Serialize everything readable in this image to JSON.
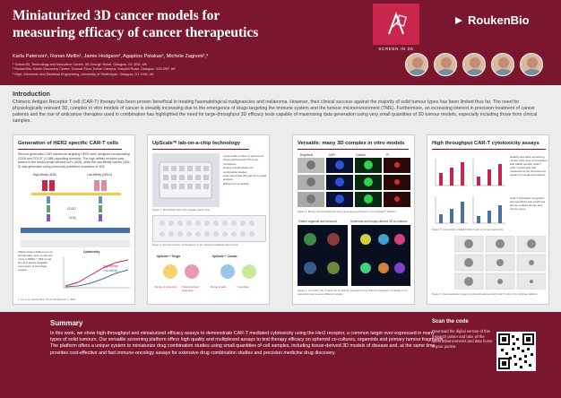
{
  "header": {
    "title": "Miniaturized 3D cancer models for measuring efficacy of cancer therapeutics",
    "authors": "Karla Paterson¹, Ronan Mellin¹, Jamie Hodgson², Agapitos Patakas², Michele Zagnoni¹,³",
    "affiliations": [
      "¹ Screen3D, Technology and Innovation Centre, 99 George Street, Glasgow, G1 1RD, UK",
      "² RoukenBio, Kelvin Discovery Centre, Ground Floor, Kelvin Campus, Maryhill Road, Glasgow, G20 0SP, UK",
      "³ Dept. Electronic and Electrical Engineering, University of Strathclyde, Glasgow, G1 1XW, UK"
    ],
    "logo_label": "SCREEN IN 3D",
    "brand_name": "RoukenBio",
    "brand_color": "#7a1630",
    "accent_color": "#c8264d"
  },
  "introduction": {
    "heading": "Introduction",
    "text": "Chimeric Antigen Receptor T-cell (CAR-T) therapy has been proven beneficial in treating haematological malignancies and melanoma. However, their clinical success against the majority of solid tumour types has been limited thus far. The need for physiologically relevant 3D, complex in vitro models of cancer is steadily increasing due to the emergence of drugs targeting the immune system and the tumour microenvironment (TME). Furthermore, an increasing interest in precision treatment of cancer patients and the rise of anticancer therapies used in combination has highlighted the need for large-throughput 3D efficacy tests capable of maximising data generation using very small quantities of 3D tumour models, especially including those from clinical samples."
  },
  "panels": {
    "her2": {
      "heading": "Generation of HER2 specific CAR-T cells",
      "text": "Second generation CAR constructs targeting HER2 were designed incorporating CD28 and CD137 (4-1BB) signalling domains. The high-affinity receptor was based on the trastuzumab-derived scFv (4D5), while the low-affinity variant (4D5-5) was generated using previously published mutations of 4D5.",
      "high_affinity": "High Affinity (4D5)",
      "low_affinity": "Low Affinity (4D5-5)",
      "cd137": "CD137",
      "cd3z": "CD3ζ",
      "side_text": "Affinity-based differences on functionality were confirmed using a HER2 ⁺ HEK-2 cell line that allows titratable expression of the target antigen.",
      "chart_title": "Cytotoxicity",
      "legend": [
        "High Affinity",
        "Low Affinity"
      ],
      "footnote": "1. Liu et al. Cancer Res, 75 (17) September 1, 2015"
    },
    "upscale": {
      "heading": "UpScale³ᴰ lab-on-a-chip technology",
      "bullets": [
        "Large-scale number of preformed biopsy-derived and iPS tumor complexes",
        "Unique miniaturization for combination studies",
        "Automated data throughput for rapid analysis",
        "Efficient for sensitivity"
      ],
      "cap1": "Figure 1. Microfluidic plate with multiple culture chip.",
      "cap2": "Figure 2. Format of array combinations on the standard multiwell plate format.",
      "labels": [
        "UpScale™ Single",
        "UpScale™ Combo"
      ],
      "sublabels": [
        "Merge of spheroids",
        "Patient-derived spheroids",
        "Merge of cells",
        "Co-culture"
      ]
    },
    "versatile": {
      "heading": "Versatile: many 3D complex in vitro models",
      "col_labels": [
        "Brightfield",
        "DAPI",
        "Calcein",
        "PI"
      ],
      "cap1": "Figure 3. Biopsy-derived spheroids were generated and placed in the UpScale³ᴰ platform.",
      "sub1": "Patient organoid and tumoroid",
      "sub2": "Spheroids and biopsy-derived 3D co-cultures",
      "cap2": "Figure 4. Co-culture 3D models can be directly passaged using different strategies, in parallel to be assembled and used as different models."
    },
    "cytotoxicity": {
      "heading": "High throughput CAR-T cytotoxicity assays",
      "side_text": "Healthy and Her2 expressing tumour cells were co-incubated with HER2 specific CAR-T cells. Cytotoxicity was measured as the fluorescence signal from dead-cell markers.",
      "side_text2": "CAR-T cell target recognition and specificity was confirmed across multiple donors and tumour types.",
      "cap1": "Figure 5. Cytotoxicity of HER2 CAR-T cells on tumour spheroids.",
      "cap2": "Figure 6. Representative image of spheroid treatment with CAR-T cells in the UpScale platform."
    }
  },
  "summary": {
    "heading": "Summary",
    "text": "In this work, we show high-throughput and miniaturized efficacy assays to demonstrate CAR-T mediated cytotoxicity using the Her2 receptor, a common target over-expressed in many types of solid tumours. Our versatile screening platform offers high quality and multiplexed assays to test therapy efficacy on spheroid co-cultures, organoids and primary tumour fragments. The platform offers a unique system to miniaturize drug combination studies using small quantities of cell samples, including tissue-derived 3D models of disease and, at the same time, provides cost-effective and fast immune-oncology assays for extensive drug combination studies and precision medicine drug discovery.",
    "scan_heading": "Scan the code",
    "scan_text": "Download the digital version of this research poster and take all the latest advancements and data home in your pocket."
  }
}
